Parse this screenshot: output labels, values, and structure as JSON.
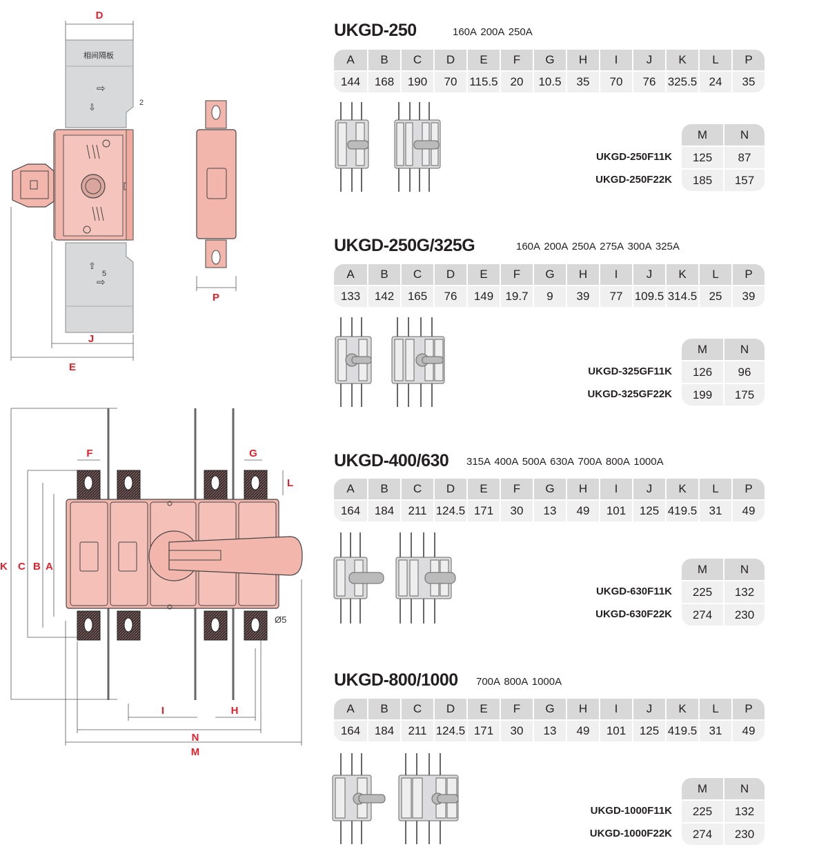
{
  "drawings": {
    "side_view": {
      "label_D": "D",
      "label_J": "J",
      "label_E": "E",
      "label_P": "P",
      "note_2": "2",
      "note_5": "5",
      "barrier_label": "相间隔板"
    },
    "front_view": {
      "label_F": "F",
      "label_G": "G",
      "label_L": "L",
      "label_K": "K",
      "label_C": "C",
      "label_B": "B",
      "label_A": "A",
      "label_I": "I",
      "label_H": "H",
      "label_N": "N",
      "label_M": "M",
      "hole_note": "Ø5"
    }
  },
  "sections": [
    {
      "title": "UKGD-250",
      "ratings": "160A  200A  250A",
      "headers": [
        "A",
        "B",
        "C",
        "D",
        "E",
        "F",
        "G",
        "H",
        "I",
        "J",
        "K",
        "L",
        "P"
      ],
      "values": [
        "144",
        "168",
        "190",
        "70",
        "115.5",
        "20",
        "10.5",
        "35",
        "70",
        "76",
        "325.5",
        "24",
        "35"
      ],
      "mn_headers": [
        "M",
        "N"
      ],
      "models": [
        {
          "name": "UKGD-250F11K",
          "m": "125",
          "n": "87"
        },
        {
          "name": "UKGD-250F22K",
          "m": "185",
          "n": "157"
        }
      ]
    },
    {
      "title": "UKGD-250G/325G",
      "ratings": "160A  200A  250A  275A  300A  325A",
      "headers": [
        "A",
        "B",
        "C",
        "D",
        "E",
        "F",
        "G",
        "H",
        "I",
        "J",
        "K",
        "L",
        "P"
      ],
      "values": [
        "133",
        "142",
        "165",
        "76",
        "149",
        "19.7",
        "9",
        "39",
        "77",
        "109.5",
        "314.5",
        "25",
        "39"
      ],
      "mn_headers": [
        "M",
        "N"
      ],
      "models": [
        {
          "name": "UKGD-325GF11K",
          "m": "126",
          "n": "96"
        },
        {
          "name": "UKGD-325GF22K",
          "m": "199",
          "n": "175"
        }
      ]
    },
    {
      "title": "UKGD-400/630",
      "ratings": "315A  400A  500A  630A  700A  800A  1000A",
      "headers": [
        "A",
        "B",
        "C",
        "D",
        "E",
        "F",
        "G",
        "H",
        "I",
        "J",
        "K",
        "L",
        "P"
      ],
      "values": [
        "164",
        "184",
        "211",
        "124.5",
        "171",
        "30",
        "13",
        "49",
        "101",
        "125",
        "419.5",
        "31",
        "49"
      ],
      "mn_headers": [
        "M",
        "N"
      ],
      "models": [
        {
          "name": "UKGD-630F11K",
          "m": "225",
          "n": "132"
        },
        {
          "name": "UKGD-630F22K",
          "m": "274",
          "n": "230"
        }
      ]
    },
    {
      "title": "UKGD-800/1000",
      "ratings": "700A  800A  1000A",
      "headers": [
        "A",
        "B",
        "C",
        "D",
        "E",
        "F",
        "G",
        "H",
        "I",
        "J",
        "K",
        "L",
        "P"
      ],
      "values": [
        "164",
        "184",
        "211",
        "124.5",
        "171",
        "30",
        "13",
        "49",
        "101",
        "125",
        "419.5",
        "31",
        "49"
      ],
      "mn_headers": [
        "M",
        "N"
      ],
      "models": [
        {
          "name": "UKGD-1000F11K",
          "m": "225",
          "n": "132"
        },
        {
          "name": "UKGD-1000F22K",
          "m": "274",
          "n": "230"
        }
      ]
    }
  ]
}
